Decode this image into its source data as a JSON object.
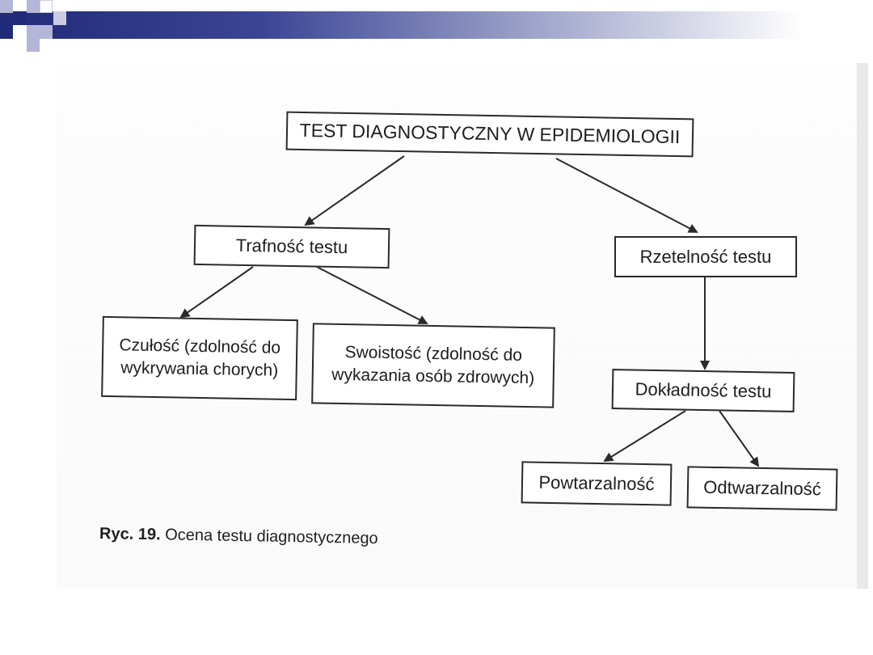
{
  "diagram": {
    "root": "TEST DIAGNOSTYCZNY W EPIDEMIOLOGII",
    "validity": "Trafność testu",
    "reliability": "Rzetelność testu",
    "sensitivity": "Czułość (zdolność do wykrywania chorych)",
    "specificity": "Swoistość (zdolność do wykazania osób zdrowych)",
    "accuracy": "Dokładność testu",
    "repeatability": "Powtarzalność",
    "reproducibility": "Odtwarzalność"
  },
  "caption": {
    "label": "Ryc. 19.",
    "text": "Ocena testu diagnostycznego"
  },
  "colors": {
    "header_dark": "#1f2a78",
    "square_light": "#b3b6d8",
    "line": "#2a2a2a"
  }
}
